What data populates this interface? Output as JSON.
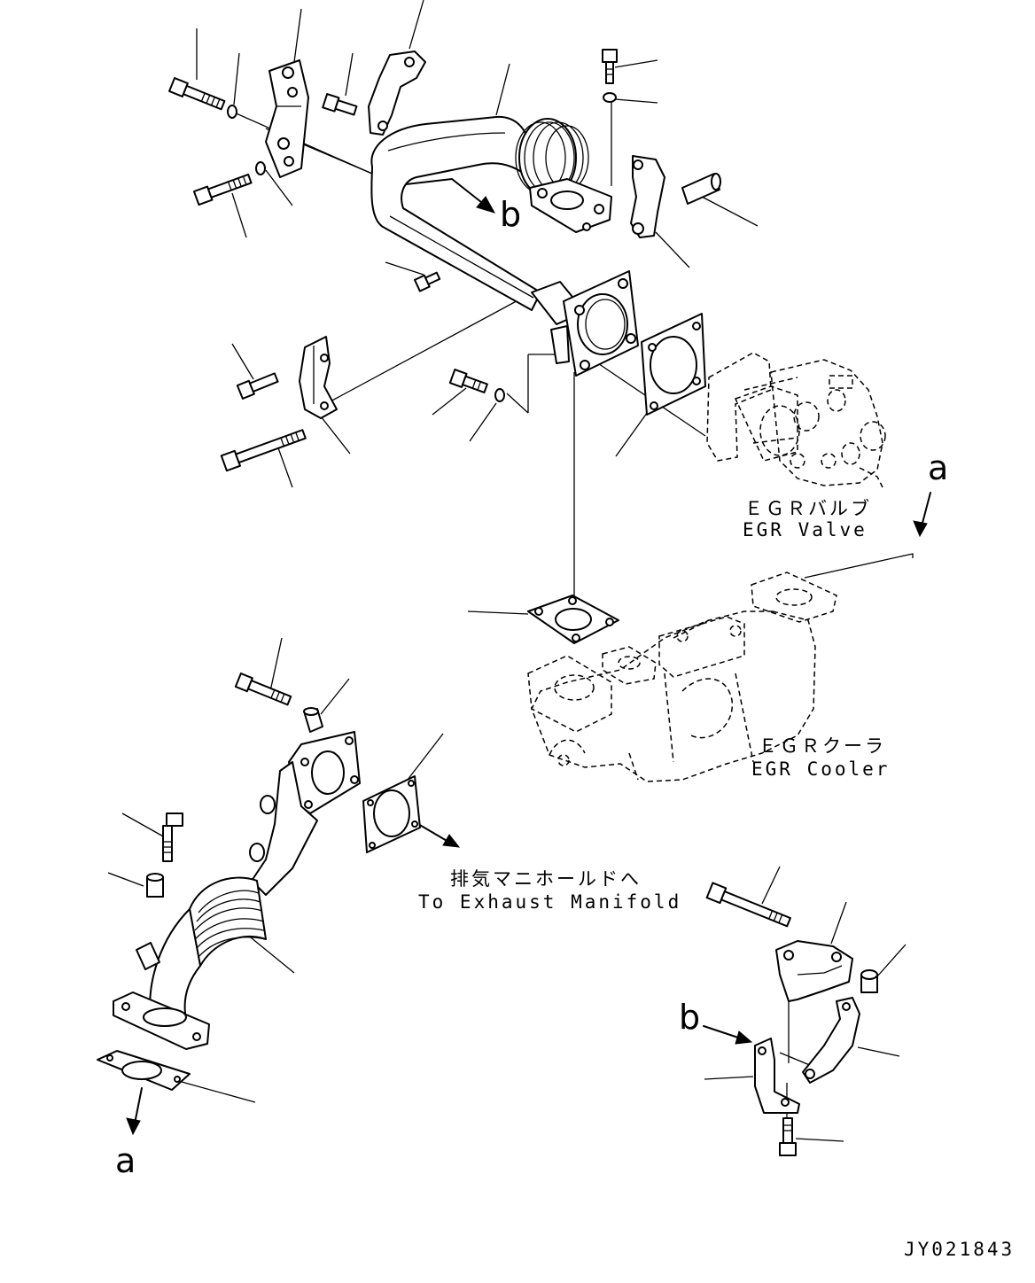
{
  "labels": {
    "egr_valve_jp": "ＥＧＲバルブ",
    "egr_valve_en": "EGR Valve",
    "egr_cooler_jp": "ＥＧＲクーラ",
    "egr_cooler_en": "EGR Cooler",
    "exhaust_jp": "排気マニホールドへ",
    "exhaust_en": "To Exhaust Manifold",
    "ref_a": "a",
    "ref_b": "b",
    "drawing_number": "JY021843"
  }
}
